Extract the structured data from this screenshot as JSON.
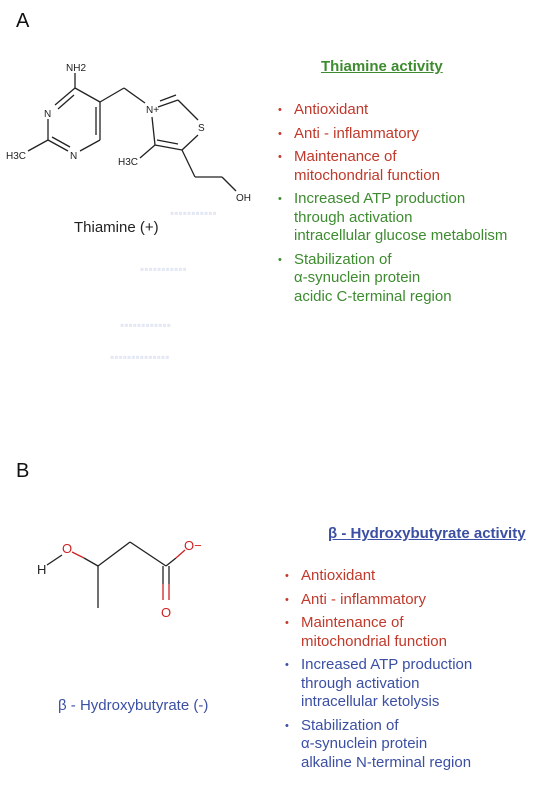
{
  "panels": [
    {
      "letter": "A",
      "heading": "Thiamine activity",
      "caption": "Thiamine (+)",
      "atoms": {
        "nh2": "NH2",
        "n_top": "N",
        "n_bottom": "N",
        "h3c_left": "H3C",
        "n_plus": "N+",
        "s": "S",
        "h3c_ring": "H3C",
        "oh": "OH"
      },
      "items": [
        {
          "lines": [
            "Antioxidant"
          ],
          "color": "red"
        },
        {
          "lines": [
            "Anti - inflammatory"
          ],
          "color": "red"
        },
        {
          "lines": [
            "Maintenance of",
            "mitochondrial function"
          ],
          "color": "red"
        },
        {
          "lines": [
            "Increased ATP production",
            "through activation",
            "intracellular glucose metabolism"
          ],
          "color": "accent"
        },
        {
          "lines": [
            "Stabilization of",
            "α-synuclein protein",
            "acidic C-terminal region"
          ],
          "color": "accent"
        }
      ]
    },
    {
      "letter": "B",
      "heading": "β - Hydroxybutyrate activity",
      "caption": "β - Hydroxybutyrate (-)",
      "atoms": {
        "h": "H",
        "o_h": "O",
        "o_minus": "O−",
        "o_double": "O"
      },
      "items": [
        {
          "lines": [
            "Antioxidant"
          ],
          "color": "red"
        },
        {
          "lines": [
            "Anti - inflammatory"
          ],
          "color": "red"
        },
        {
          "lines": [
            "Maintenance of",
            "mitochondrial function"
          ],
          "color": "red"
        },
        {
          "lines": [
            "Increased ATP production",
            "through activation",
            "intracellular ketolysis"
          ],
          "color": "accent"
        },
        {
          "lines": [
            "Stabilization of",
            "α-synuclein protein",
            "alkaline N-terminal region"
          ],
          "color": "accent"
        }
      ]
    }
  ],
  "colors": {
    "red": "#c0392b",
    "greenA": "#3d8b2f",
    "blueB": "#3b4fa3"
  }
}
